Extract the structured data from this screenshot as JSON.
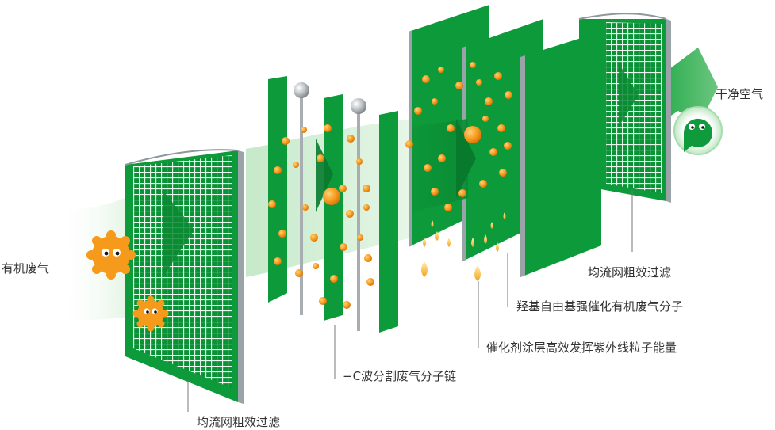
{
  "labels": {
    "input": "有机废气",
    "output": "干净空气",
    "filter_front": "均流网粗效过滤",
    "uv_stage": "−C波分割废气分子链",
    "catalyst_coating": "催化剂涂层高效发挥紫外线粒子能量",
    "hydroxyl_radical": "羟基自由基强催化有机废气分子",
    "filter_back": "均流网粗效过滤"
  },
  "colors": {
    "panel_green": "#0d9a3a",
    "panel_dark": "#077a2c",
    "panel_edge": "#9aa3a8",
    "airflow_light": "#d6efd6",
    "particle_orange": "#f59a1b",
    "label_text": "#333333",
    "leader_line": "#777777"
  },
  "icons": {
    "pollutant": "pollutant-particle-icon",
    "clean_air": "clean-air-bubble-icon",
    "uv_lamp": "uv-lamp-icon"
  }
}
